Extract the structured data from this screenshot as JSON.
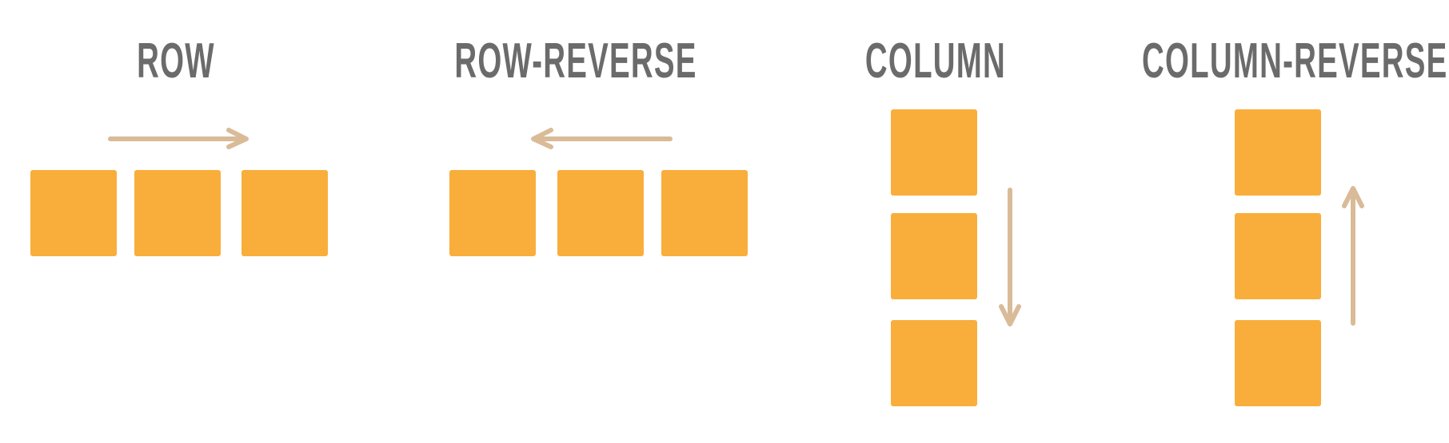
{
  "colors": {
    "box": "#f9ae3b",
    "arrow": "#d9bb98",
    "label": "#6b6b6b"
  },
  "directions": [
    {
      "label": "ROW",
      "layout": "row",
      "arrow": "right"
    },
    {
      "label": "ROW-REVERSE",
      "layout": "row",
      "arrow": "left"
    },
    {
      "label": "COLUMN",
      "layout": "column",
      "arrow": "down"
    },
    {
      "label": "COLUMN-REVERSE",
      "layout": "column",
      "arrow": "up"
    }
  ]
}
